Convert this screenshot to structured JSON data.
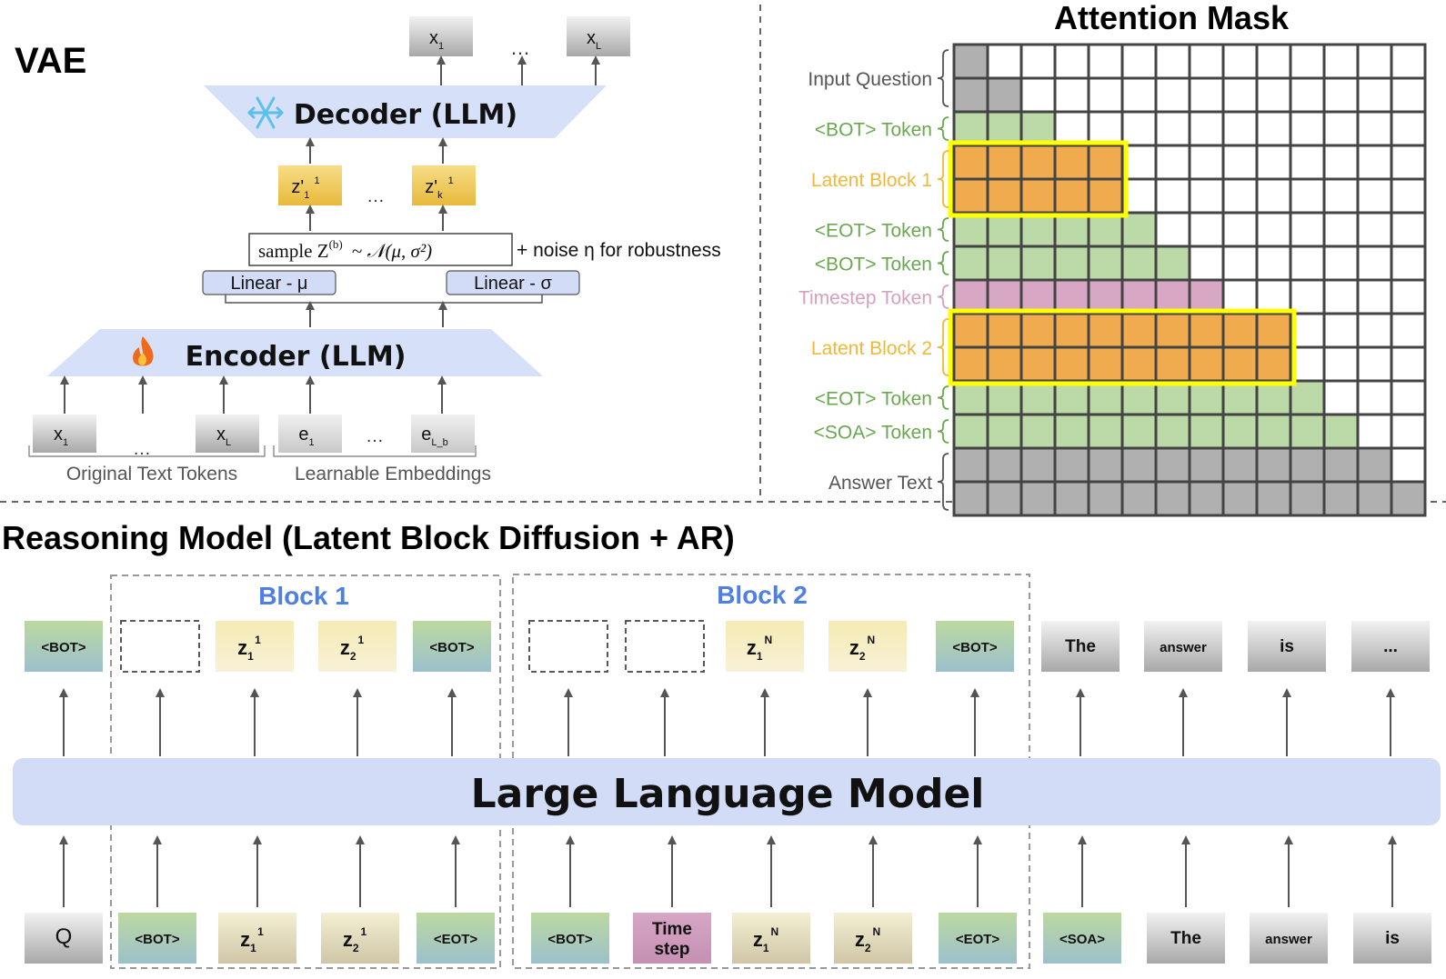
{
  "colors": {
    "gray": "#b0b0b0",
    "green": "#bcd9a8",
    "orange": "#f0ab4e",
    "pink": "#d7a7c4",
    "highlight": "#ffff00",
    "llm": "#d2dcf6",
    "block_title": "#4e7fe4",
    "green_text": "#6aa84f",
    "yellow_text": "#f0b83a",
    "pink_text": "#d7a0be"
  },
  "vae": {
    "title": "VAE",
    "decoder": "Decoder (LLM)",
    "encoder": "Encoder (LLM)",
    "outputs": [
      "x",
      "…",
      "x"
    ],
    "output_subs": [
      "1",
      "",
      "L"
    ],
    "latents": [
      "z'",
      "…",
      "z'"
    ],
    "latent_subs": [
      "1",
      "",
      "k"
    ],
    "latent_sups": [
      "1",
      "",
      "1"
    ],
    "sample_text": "sample Z",
    "sample_sup": "(b)",
    "sample_rhs": "~ 𝒩(μ, σ²)",
    "noise_text": "+ noise η for robustness",
    "linear_mu": "Linear - μ",
    "linear_sigma": "Linear - σ",
    "inputs": [
      "x",
      "…",
      "x",
      "e",
      "…",
      "e"
    ],
    "input_subs": [
      "1",
      "",
      "L",
      "1",
      "",
      "L_b"
    ],
    "label_original": "Original Text Tokens",
    "label_learnable": "Learnable Embeddings",
    "decoder_icon": "snowflake-icon",
    "encoder_icon": "fire-icon"
  },
  "mask": {
    "title": "Attention Mask",
    "grid_size": 14,
    "rows": [
      {
        "label": "Input Question",
        "span": 2,
        "row_types": [
          [
            "gray"
          ],
          [
            "gray",
            "gray"
          ]
        ],
        "color": "gray"
      },
      {
        "label": "<BOT> Token",
        "span": 1,
        "color": "green"
      },
      {
        "label": "Latent Block 1",
        "span": 2,
        "color": "yellow"
      },
      {
        "label": "<EOT> Token",
        "span": 1,
        "color": "green"
      },
      {
        "label": "<BOT> Token",
        "span": 1,
        "color": "green"
      },
      {
        "label": "Timestep Token",
        "span": 1,
        "color": "pink"
      },
      {
        "label": "Latent Block 2",
        "span": 2,
        "color": "yellow"
      },
      {
        "label": "<EOT> Token",
        "span": 1,
        "color": "green"
      },
      {
        "label": "<SOA> Token",
        "span": 1,
        "color": "green"
      },
      {
        "label": "Answer Text",
        "span": 2,
        "color": "gray"
      }
    ],
    "cells": [
      [
        "G",
        "W",
        "W",
        "W",
        "W",
        "W",
        "W",
        "W",
        "W",
        "W",
        "W",
        "W",
        "W",
        "W"
      ],
      [
        "G",
        "G",
        "W",
        "W",
        "W",
        "W",
        "W",
        "W",
        "W",
        "W",
        "W",
        "W",
        "W",
        "W"
      ],
      [
        "Gr",
        "Gr",
        "Gr",
        "W",
        "W",
        "W",
        "W",
        "W",
        "W",
        "W",
        "W",
        "W",
        "W",
        "W"
      ],
      [
        "O",
        "O",
        "O",
        "O",
        "O",
        "W",
        "W",
        "W",
        "W",
        "W",
        "W",
        "W",
        "W",
        "W"
      ],
      [
        "O",
        "O",
        "O",
        "O",
        "O",
        "W",
        "W",
        "W",
        "W",
        "W",
        "W",
        "W",
        "W",
        "W"
      ],
      [
        "Gr",
        "Gr",
        "Gr",
        "Gr",
        "Gr",
        "Gr",
        "W",
        "W",
        "W",
        "W",
        "W",
        "W",
        "W",
        "W"
      ],
      [
        "Gr",
        "Gr",
        "Gr",
        "Gr",
        "Gr",
        "Gr",
        "Gr",
        "W",
        "W",
        "W",
        "W",
        "W",
        "W",
        "W"
      ],
      [
        "P",
        "P",
        "P",
        "P",
        "P",
        "P",
        "P",
        "P",
        "W",
        "W",
        "W",
        "W",
        "W",
        "W"
      ],
      [
        "O",
        "O",
        "O",
        "O",
        "O",
        "O",
        "O",
        "O",
        "O",
        "O",
        "W",
        "W",
        "W",
        "W"
      ],
      [
        "O",
        "O",
        "O",
        "O",
        "O",
        "O",
        "O",
        "O",
        "O",
        "O",
        "W",
        "W",
        "W",
        "W"
      ],
      [
        "Gr",
        "Gr",
        "Gr",
        "Gr",
        "Gr",
        "Gr",
        "Gr",
        "Gr",
        "Gr",
        "Gr",
        "Gr",
        "W",
        "W",
        "W"
      ],
      [
        "Gr",
        "Gr",
        "Gr",
        "Gr",
        "Gr",
        "Gr",
        "Gr",
        "Gr",
        "Gr",
        "Gr",
        "Gr",
        "Gr",
        "W",
        "W"
      ],
      [
        "G",
        "G",
        "G",
        "G",
        "G",
        "G",
        "G",
        "G",
        "G",
        "G",
        "G",
        "G",
        "G",
        "W"
      ],
      [
        "G",
        "G",
        "G",
        "G",
        "G",
        "G",
        "G",
        "G",
        "G",
        "G",
        "G",
        "G",
        "G",
        "G"
      ]
    ]
  },
  "reasoning": {
    "title": "Reasoning Model (Latent Block Diffusion + AR)",
    "block1": "Block 1",
    "block2": "Block 2",
    "llm": "Large Language Model",
    "top_tokens": [
      {
        "text": "<BOT>",
        "type": "bot"
      },
      {
        "text": "",
        "type": "empty"
      },
      {
        "text": "z",
        "sub": "1",
        "sup": "1",
        "type": "latent"
      },
      {
        "text": "z",
        "sub": "2",
        "sup": "1",
        "type": "latent"
      },
      {
        "text": "<BOT>",
        "type": "bot"
      },
      {
        "text": "",
        "type": "empty"
      },
      {
        "text": "",
        "type": "empty"
      },
      {
        "text": "z",
        "sub": "1",
        "sup": "N",
        "type": "latent"
      },
      {
        "text": "z",
        "sub": "2",
        "sup": "N",
        "type": "latent"
      },
      {
        "text": "<BOT>",
        "type": "bot"
      },
      {
        "text": "The",
        "type": "text"
      },
      {
        "text": "answer",
        "type": "text"
      },
      {
        "text": "is",
        "type": "text"
      },
      {
        "text": "...",
        "type": "text"
      }
    ],
    "bottom_tokens": [
      {
        "text": "Q",
        "type": "text"
      },
      {
        "text": "<BOT>",
        "type": "bot"
      },
      {
        "text": "z",
        "sub": "1",
        "sup": "1",
        "type": "latent2"
      },
      {
        "text": "z",
        "sub": "2",
        "sup": "1",
        "type": "latent2"
      },
      {
        "text": "<EOT>",
        "type": "bot"
      },
      {
        "text": "<BOT>",
        "type": "bot"
      },
      {
        "text": "Time step",
        "type": "timestep"
      },
      {
        "text": "z",
        "sub": "1",
        "sup": "N",
        "type": "latent2"
      },
      {
        "text": "z",
        "sub": "2",
        "sup": "N",
        "type": "latent2"
      },
      {
        "text": "<EOT>",
        "type": "bot"
      },
      {
        "text": "<SOA>",
        "type": "bot"
      },
      {
        "text": "The",
        "type": "text"
      },
      {
        "text": "answer",
        "type": "text"
      },
      {
        "text": "is",
        "type": "text"
      }
    ]
  }
}
